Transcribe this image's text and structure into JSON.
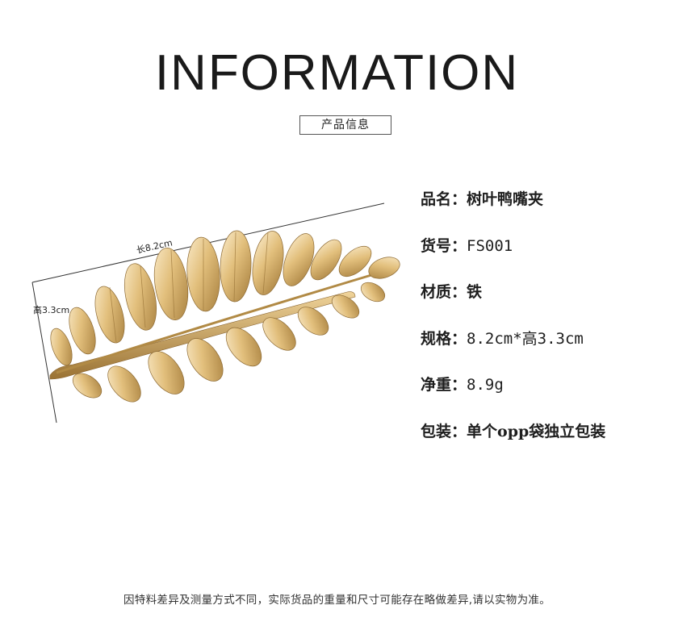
{
  "header": {
    "title": "INFORMATION",
    "subtitle": "产品信息"
  },
  "dimensions": {
    "length_label": "长8.2cm",
    "height_label": "高3.3cm"
  },
  "specs": [
    {
      "label": "品名：",
      "value": "树叶鸭嘴夹"
    },
    {
      "label": "货号：",
      "value": "FS001"
    },
    {
      "label": "材质：",
      "value": "铁"
    },
    {
      "label": "规格：",
      "value": "8.2cm*高3.3cm"
    },
    {
      "label": "净重：",
      "value": "8.9g"
    },
    {
      "label": "包装：",
      "value": "单个opp袋独立包装"
    }
  ],
  "footer": {
    "note": "因特料差异及测量方式不同，实际货品的重量和尺寸可能存在略做差异,请以实物为准。"
  },
  "colors": {
    "gold_light": "#f3dba8",
    "gold_mid": "#d9b36e",
    "gold_dark": "#a07836"
  }
}
